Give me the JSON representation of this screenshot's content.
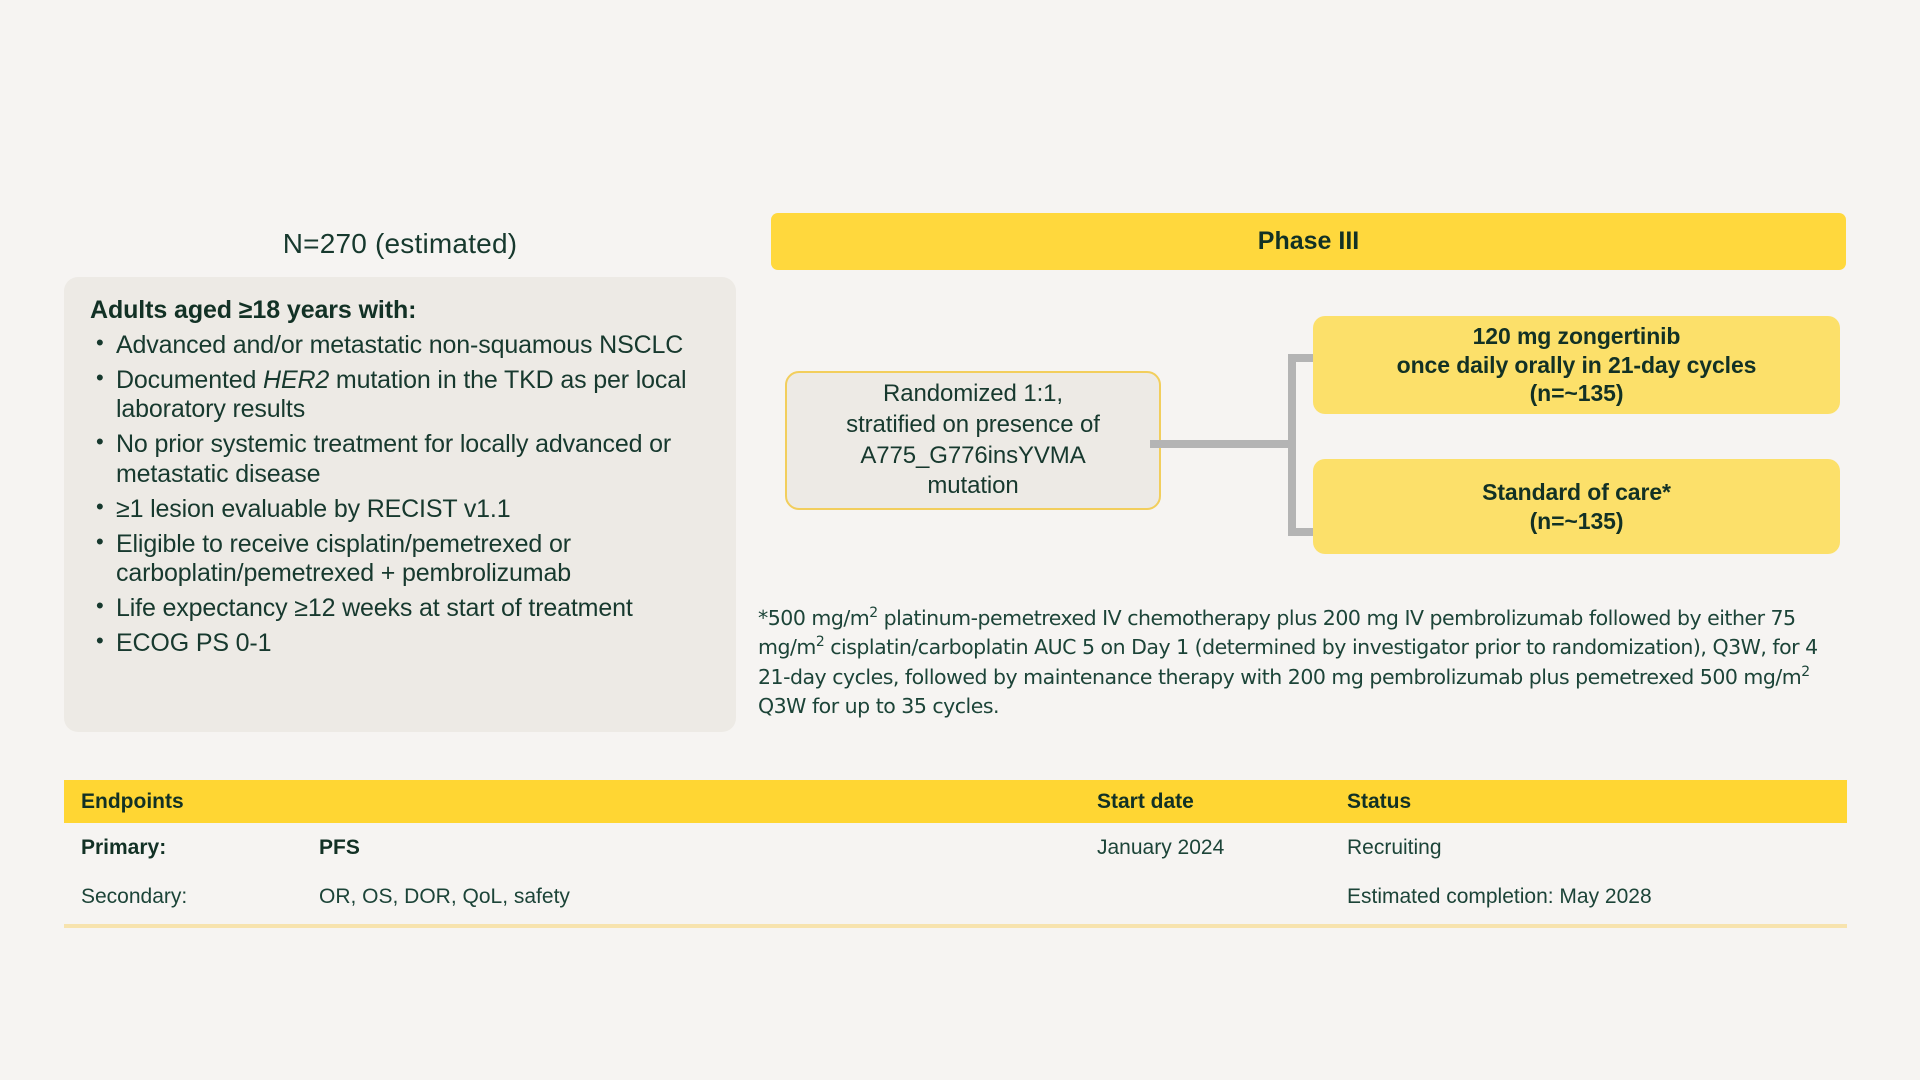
{
  "colors": {
    "background": "#F6F4F2",
    "panel_fill": "#EDEAE5",
    "banner_yellow": "#FFD83D",
    "arm_yellow": "#FCE06A",
    "table_header_yellow": "#FFD633",
    "text_green": "#17392E",
    "connector_gray": "#B4B4B4",
    "randomization_border": "#F2CE5C",
    "table_rule": "#F7E3AE"
  },
  "population": {
    "size_label": "N=270 (estimated)"
  },
  "eligibility": {
    "title": "Adults aged ≥18 years with:",
    "criteria": [
      "Advanced and/or metastatic non-squamous NSCLC",
      "Documented HER2 mutation in the TKD as per local laboratory results",
      "No prior systemic treatment for locally advanced or metastatic disease",
      "≥1 lesion evaluable by RECIST v1.1",
      "Eligible to receive cisplatin/pemetrexed or carboplatin/pemetrexed + pembrolizumab",
      "Life expectancy ≥12 weeks at start of treatment",
      "ECOG PS 0-1"
    ],
    "italic_term": "HER2"
  },
  "phase": {
    "label": "Phase III"
  },
  "randomization": {
    "text": "Randomized 1:1,\nstratified on presence of\nA775_G776insYVMA\nmutation"
  },
  "arms": [
    {
      "name": "experimental",
      "text": "120 mg zongertinib\nonce daily orally in 21-day cycles\n(n=~135)"
    },
    {
      "name": "control",
      "text": "Standard of care*\n(n=~135)"
    }
  ],
  "footnote": {
    "parts": [
      {
        "t": " *500 mg/m"
      },
      {
        "t": "2",
        "sup": true
      },
      {
        "t": " platinum-pemetrexed IV chemotherapy plus 200 mg IV pembrolizumab followed by either 75 mg/m"
      },
      {
        "t": "2",
        "sup": true
      },
      {
        "t": " cisplatin/carboplatin AUC 5 on Day 1 (determined by investigator prior to randomization), Q3W, for 4 21-day cycles, followed by maintenance therapy with 200 mg pembrolizumab plus pemetrexed 500 mg/m"
      },
      {
        "t": "2",
        "sup": true
      },
      {
        "t": " Q3W for up to 35 cycles."
      }
    ],
    "plain": " *500 mg/m2 platinum-pemetrexed IV chemotherapy plus 200 mg IV pembrolizumab followed by either 75 mg/m2 cisplatin/carboplatin AUC 5 on Day 1 (determined by investigator prior to randomization), Q3W, for 4 21-day cycles, followed by maintenance therapy with 200 mg pembrolizumab plus pemetrexed 500 mg/m2 Q3W for up to 35 cycles."
  },
  "endpoints_table": {
    "headers": {
      "endpoints": "Endpoints",
      "blank": "",
      "start_date": "Start date",
      "status": "Status"
    },
    "rows": [
      {
        "label": "Primary:",
        "value": "PFS",
        "start_date": "January 2024",
        "status": "Recruiting"
      },
      {
        "label": "Secondary:",
        "value": "OR, OS, DOR, QoL, safety",
        "start_date": "",
        "status": "Estimated completion: May 2028"
      }
    ]
  }
}
